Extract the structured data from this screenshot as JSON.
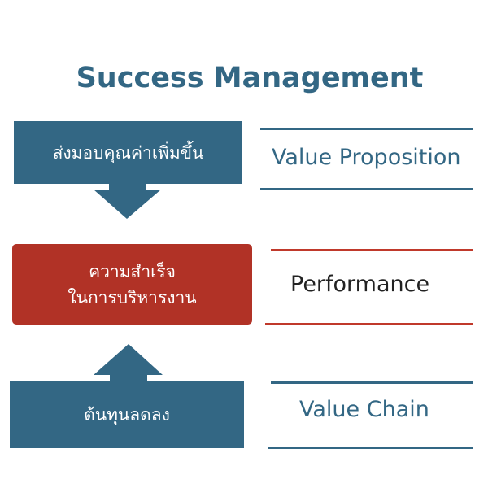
{
  "title": "Success Management",
  "left_boxes": {
    "top": "ส่งมอบคุณค่าเพิ่มขึ้น",
    "middle_line1": "ความสำเร็จ",
    "middle_line2": "ในการบริหารงาน",
    "bottom": "ต้นทุนลดลง"
  },
  "right_labels": {
    "top": "Value Proposition",
    "middle": "Performance",
    "bottom": "Value Chain"
  },
  "colors": {
    "blue": "#336784",
    "red": "#b13226",
    "text_dark": "#222222"
  }
}
